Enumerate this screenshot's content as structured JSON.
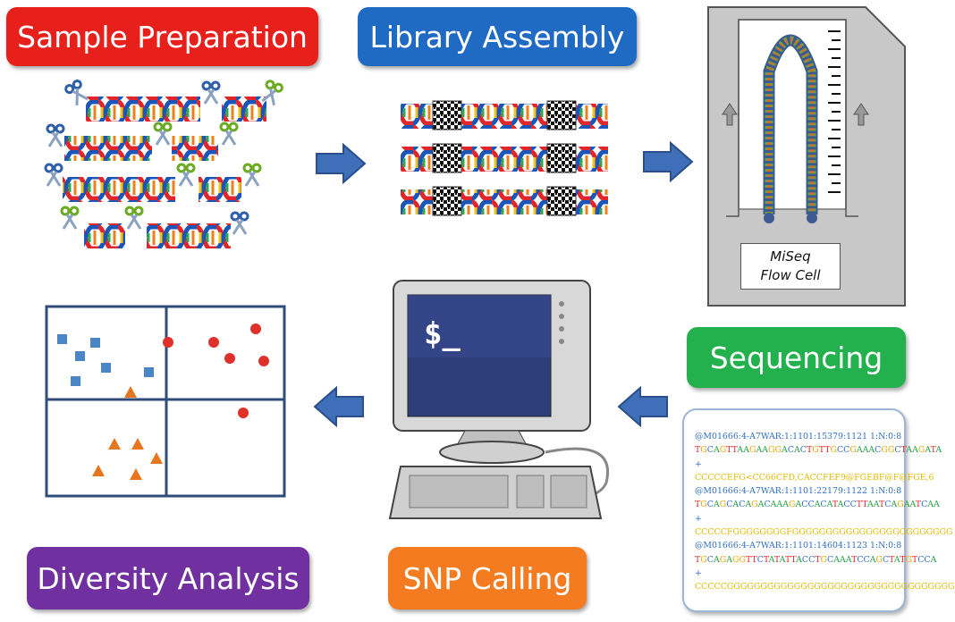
{
  "stages": {
    "sample_preparation": "Sample Preparation",
    "library_assembly": "Library Assembly",
    "sequencing": "Sequencing",
    "snp_calling": "SNP Calling",
    "diversity_analysis": "Diversity Analysis"
  },
  "colors": {
    "sample_preparation": "#e8201b",
    "library_assembly": "#1f6bc4",
    "sequencing": "#22b14c",
    "snp_calling": "#f47b20",
    "diversity_analysis": "#7030a0",
    "arrow": "#3e6fb8"
  },
  "flow_cell": {
    "line1": "MiSeq",
    "line2": "Flow Cell"
  },
  "terminal_prompt": "$_",
  "fastq": [
    {
      "type": "head",
      "text": "@M01666:4-A7WAR:1:1101:15379:1121 1:N:0:8"
    },
    {
      "type": "seq",
      "text": "TGCAGTTAAGAAGGACACTGTTGCCGAAACGGCTAAGATA"
    },
    {
      "type": "plus",
      "text": "+"
    },
    {
      "type": "qual",
      "text": "CCCCCEFG<CC66CFD,CACCFEF9@FGEBF@F@FGE,6"
    },
    {
      "type": "head",
      "text": "@M01666:4-A7WAR:1:1101:22179:1122 1:N:0:8"
    },
    {
      "type": "seq",
      "text": "TGCAGCACAGACAAAGACCACATACCTTAATCAGAATCAA"
    },
    {
      "type": "plus",
      "text": "+"
    },
    {
      "type": "qual",
      "text": "CCCCCFGGGGGGGGFGGGGGGGGGGGGGGGGGGGGGGGG"
    },
    {
      "type": "head",
      "text": "@M01666:4-A7WAR:1:1101:14604:1123 1:N:0:8"
    },
    {
      "type": "seq",
      "text": "TGCAGAGGTTCTATATTACCTGCAAATCCAGCTATGTCCA"
    },
    {
      "type": "plus",
      "text": "+"
    },
    {
      "type": "qual",
      "text": "CCCCCGGGGGGGGGGGGGGGGGGGGGGGGGGGGGGGGGG"
    }
  ]
}
